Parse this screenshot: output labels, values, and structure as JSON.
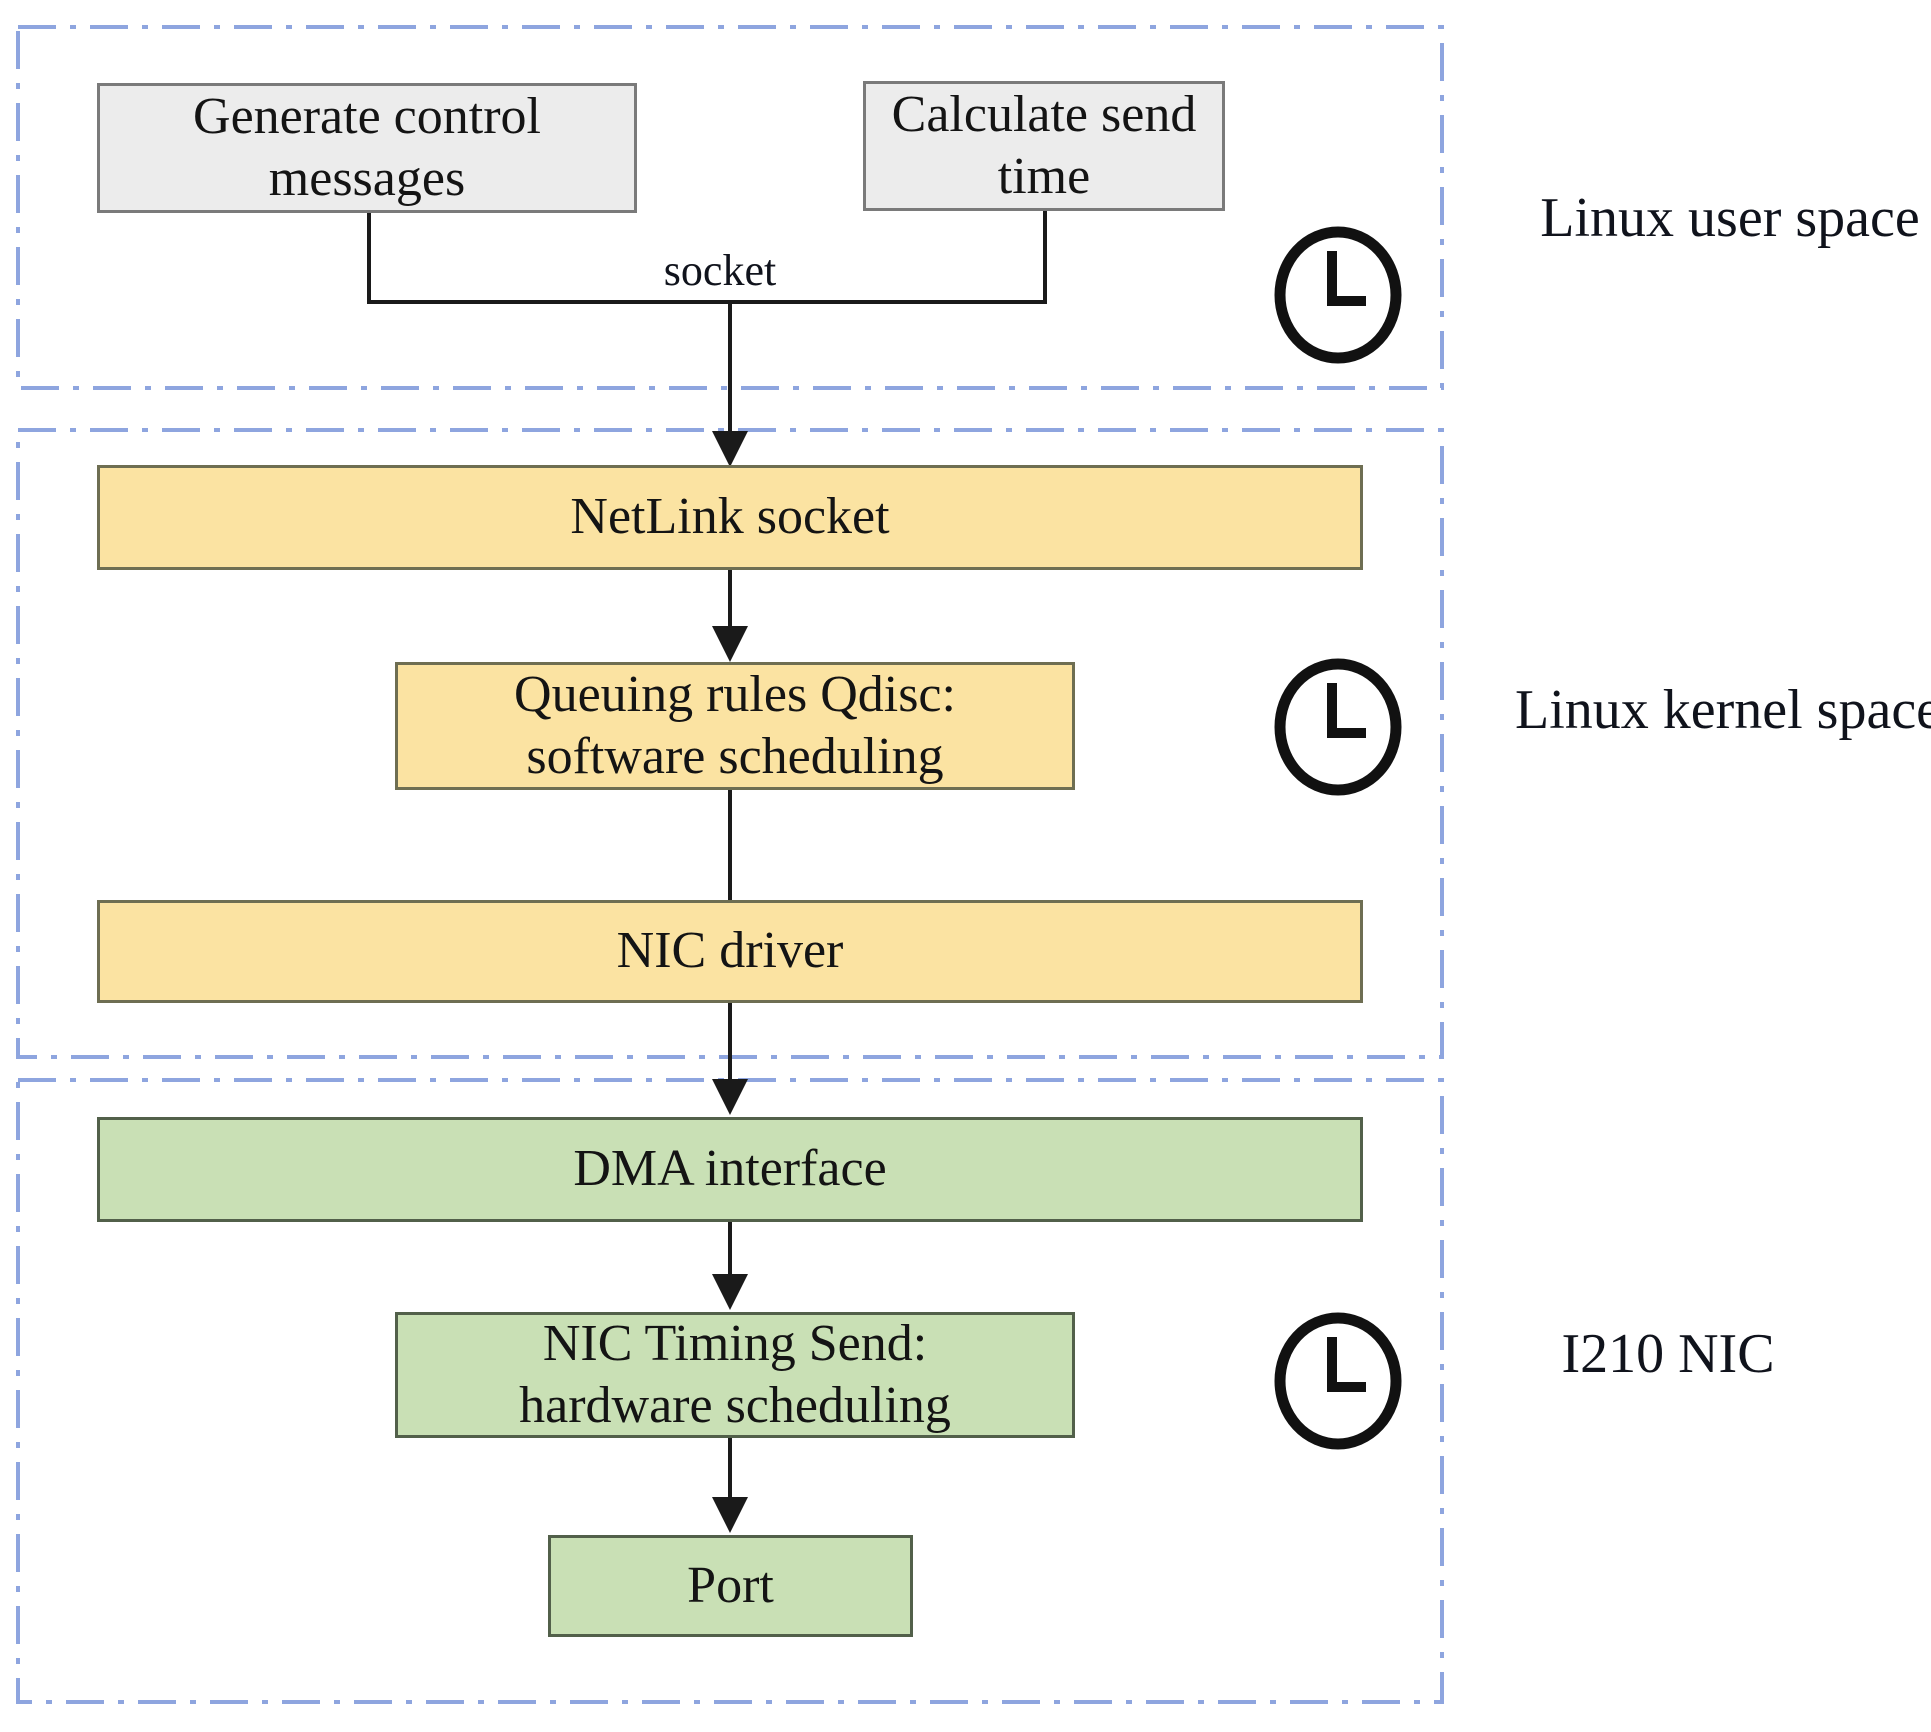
{
  "regions": [
    {
      "id": "user-space",
      "label": "Linux user space"
    },
    {
      "id": "kernel-space",
      "label": "Linux kernel space"
    },
    {
      "id": "i210-nic",
      "label": "I210 NIC"
    }
  ],
  "nodes": {
    "generate_control": "Generate control\nmessages",
    "calculate_send": "Calculate send\ntime",
    "netlink": "NetLink socket",
    "qdisc": "Queuing rules Qdisc:\nsoftware scheduling",
    "nic_driver": "NIC driver",
    "dma": "DMA interface",
    "timing_send": "NIC Timing Send:\nhardware scheduling",
    "port": "Port"
  },
  "edge_labels": {
    "socket": "socket"
  },
  "icons": {
    "clock_user_space": "clock-icon",
    "clock_kernel_space": "clock-icon",
    "clock_i210_nic": "clock-icon"
  },
  "colors": {
    "region_border": "#8EA5DF",
    "box_gray_fill": "#ECECEC",
    "box_gray_border": "#7A7A7A",
    "box_yellow_fill": "#FBE3A2",
    "box_green_fill": "#C9E0B5",
    "connector": "#1A1A1A",
    "text": "#141414"
  }
}
